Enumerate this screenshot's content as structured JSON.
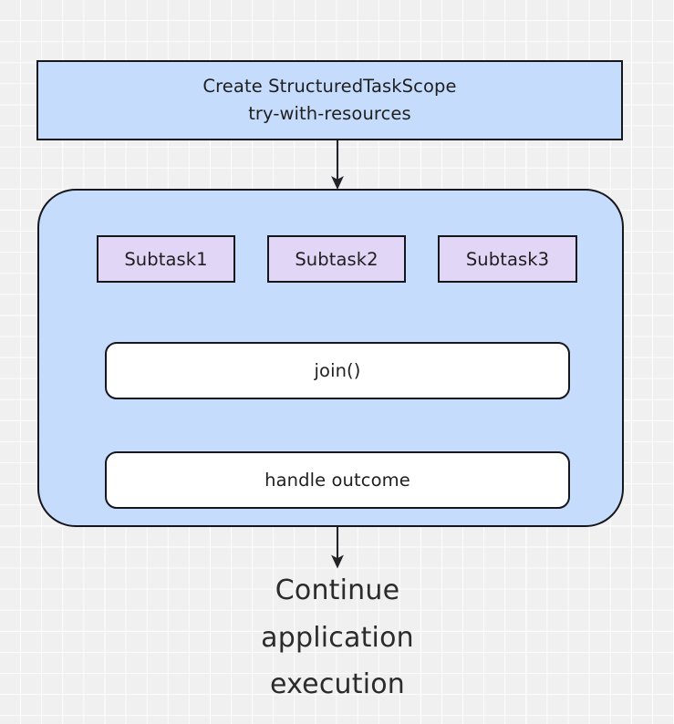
{
  "diagram": {
    "title": "Structured Concurrency StructuredTaskScope flow",
    "background": {
      "color": "#f0f0f0",
      "grid_line_color": "#ffffff",
      "grid": true
    },
    "palette": {
      "process_fill": "#c6dcfc",
      "scope_fill": "#c6dcfc",
      "subtask_fill": "#e2d6f7",
      "operation_fill": "#ffffff",
      "stroke": "#16161d",
      "text": "#1f1f1f"
    },
    "nodes": {
      "create_scope": {
        "line1": "Create StructuredTaskScope",
        "line2": "try-with-resources",
        "shape": "rectangle"
      },
      "subtasks": [
        {
          "label": "Subtask1",
          "shape": "rectangle"
        },
        {
          "label": "Subtask2",
          "shape": "rectangle"
        },
        {
          "label": "Subtask3",
          "shape": "rectangle"
        }
      ],
      "join": {
        "label": "join()",
        "shape": "rounded-rectangle"
      },
      "handle_outcome": {
        "label": "handle outcome",
        "shape": "rounded-rectangle"
      },
      "continue": {
        "line1": "Continue",
        "line2": "application",
        "line3": "execution",
        "shape": "text"
      }
    },
    "edges": [
      {
        "from": "create_scope",
        "to": "scope_container",
        "style": "straight-arrow"
      },
      {
        "from": "Subtask1",
        "to": "join",
        "style": "curved-arrow"
      },
      {
        "from": "Subtask2",
        "to": "join",
        "style": "straight-arrow"
      },
      {
        "from": "Subtask3",
        "to": "join",
        "style": "curved-arrow"
      },
      {
        "from": "join",
        "to": "handle_outcome",
        "style": "straight-arrow"
      },
      {
        "from": "handle_outcome",
        "to": "continue",
        "style": "straight-arrow"
      }
    ]
  }
}
